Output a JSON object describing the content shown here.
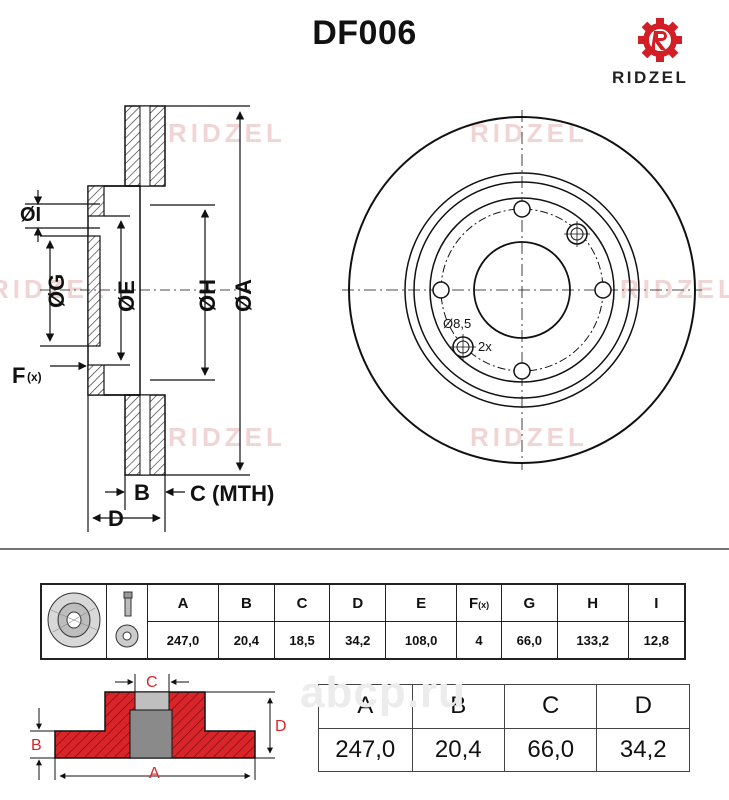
{
  "title": "DF006",
  "brand": {
    "name": "RIDZEL",
    "accent": "#d21f26"
  },
  "watermarks": {
    "brand": "RIDZEL",
    "site": "abcp.ru"
  },
  "drawing": {
    "dim_labels": {
      "I": "ØI",
      "G": "ØG",
      "E": "ØE",
      "H": "ØH",
      "A": "ØA",
      "F": "F",
      "F_sub": "(x)",
      "B": "B",
      "C": "C (MTH)",
      "D": "D"
    },
    "hole_label": "Ø8,5",
    "hole_count": "2x"
  },
  "spec_table": {
    "headers": [
      "A",
      "B",
      "C",
      "D",
      "E",
      "F",
      "G",
      "H",
      "I"
    ],
    "f_sub": "(x)",
    "values": [
      "247,0",
      "20,4",
      "18,5",
      "34,2",
      "108,0",
      "4",
      "66,0",
      "133,2",
      "12,8"
    ],
    "icons": [
      "disc-thumbnail-icon",
      "bolt-icon",
      "hub-icon"
    ]
  },
  "small_diagram": {
    "labels": {
      "B": "B",
      "C": "C",
      "A": "A",
      "D": "D"
    },
    "fill": "#d9252a"
  },
  "small_table": {
    "headers": [
      "A",
      "B",
      "C",
      "D"
    ],
    "values": [
      "247,0",
      "20,4",
      "66,0",
      "34,2"
    ]
  }
}
